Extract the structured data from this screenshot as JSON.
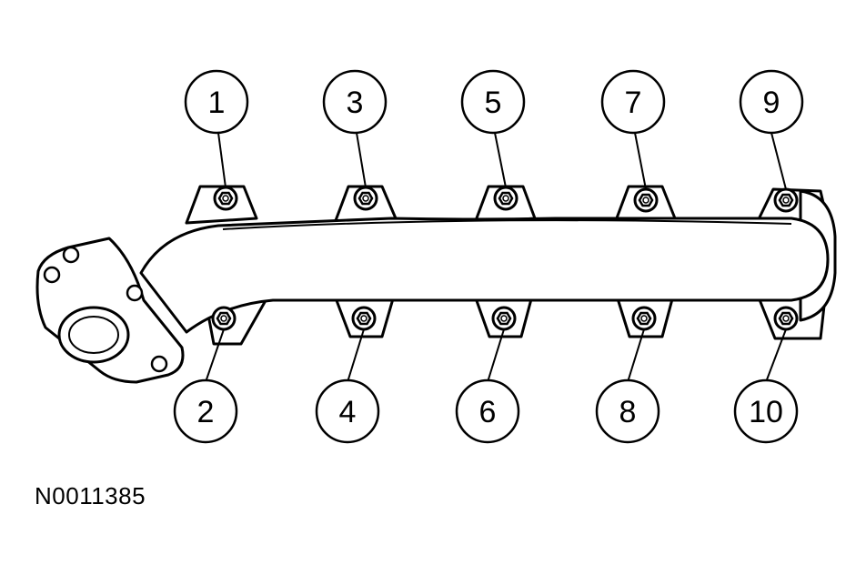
{
  "figure_id": "N0011385",
  "callouts": {
    "c1": "1",
    "c2": "2",
    "c3": "3",
    "c4": "4",
    "c5": "5",
    "c6": "6",
    "c7": "7",
    "c8": "8",
    "c9": "9",
    "c10": "10"
  },
  "colors": {
    "line": "#000000",
    "fill": "#ffffff"
  }
}
